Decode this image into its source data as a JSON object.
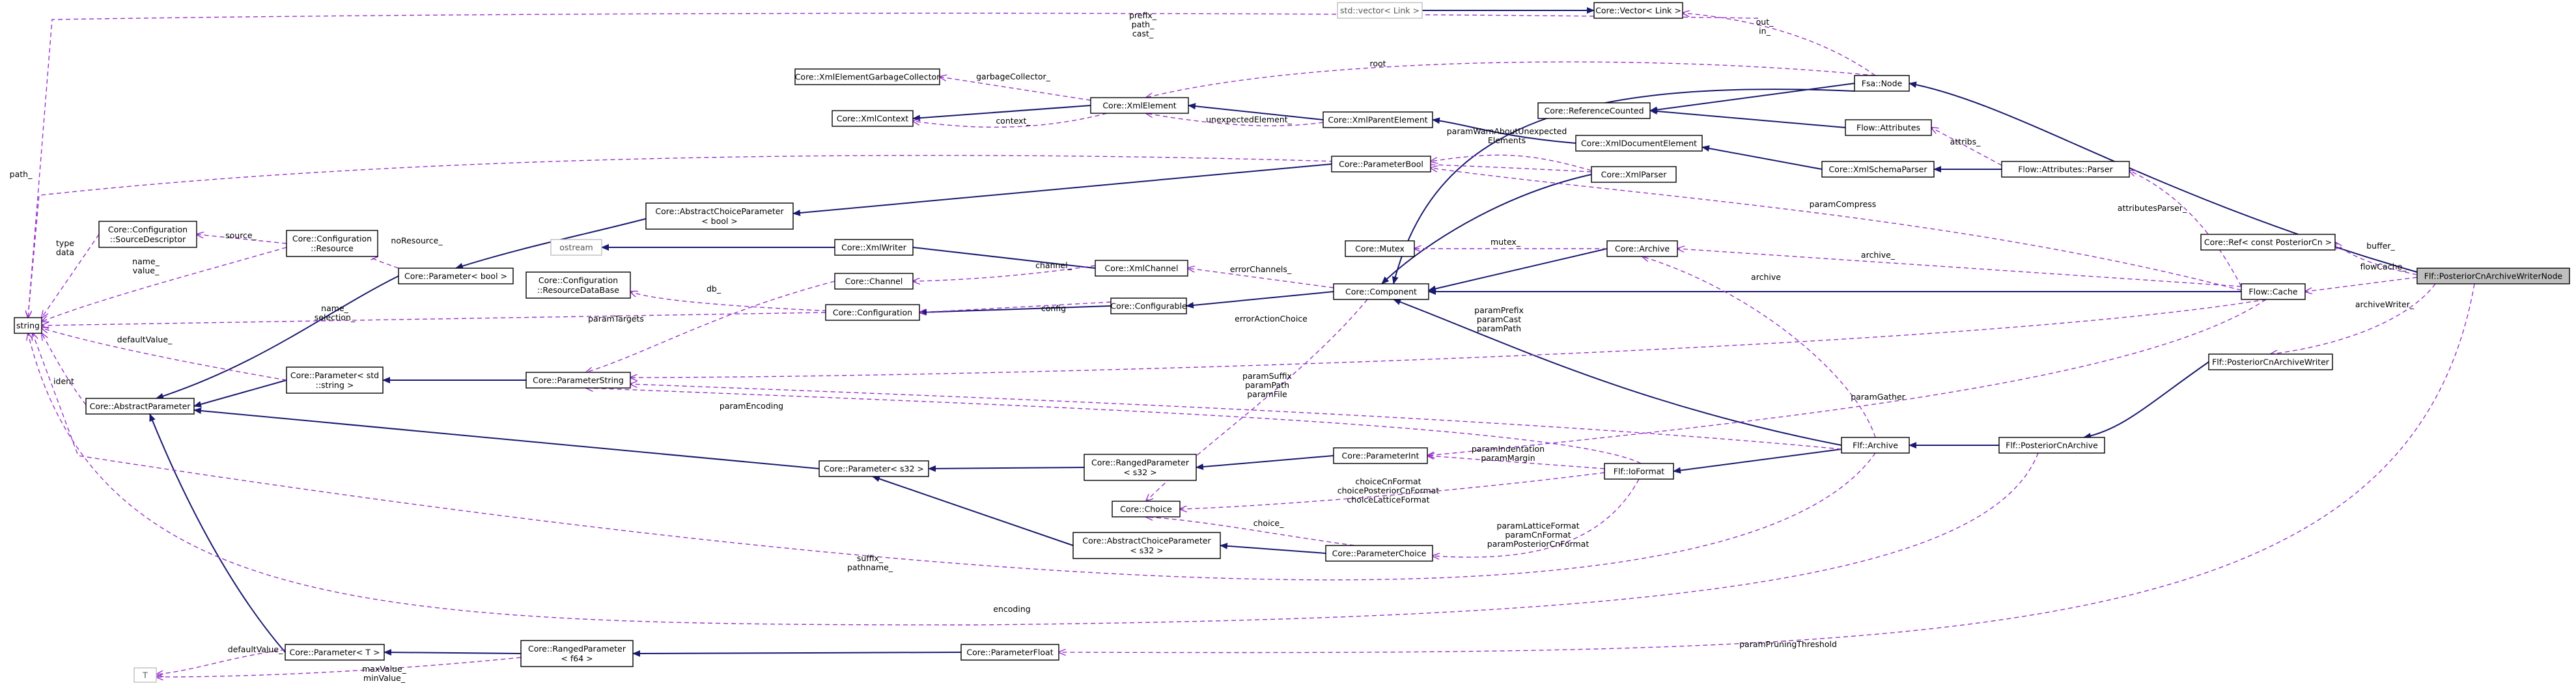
{
  "diagram": {
    "nodes": {
      "string": "string",
      "T": "T",
      "vector_link": "std::vector< Link >",
      "vector_t": "Core::Vector< Link >",
      "node": "Fsa::Node",
      "refcounted": "Core::ReferenceCounted",
      "xml_gc": "Core::XmlElementGarbageCollector",
      "xml_context": "Core::XmlContext",
      "xml_element": "Core::XmlElement",
      "xml_parent": "Core::XmlParentElement",
      "xml_doc": "Core::XmlDocumentElement",
      "attributes": "Flow::Attributes",
      "schema_parser": "Core::XmlSchemaParser",
      "attr_parser": "Flow::Attributes::Parser",
      "param_bool": "Core::ParameterBool",
      "xml_parser": "Core::XmlParser",
      "abstract_choice_bool": [
        "Core::AbstractChoiceParameter",
        "< bool >"
      ],
      "source_desc": [
        "Core::Configuration",
        "::SourceDescriptor"
      ],
      "conf_resource": [
        "Core::Configuration",
        "::Resource"
      ],
      "ostream": "ostream",
      "xml_writer": "Core::XmlWriter",
      "param_bool_t": "Core::Parameter< bool >",
      "resources_db": [
        "Core::Configuration",
        "::ResourceDataBase"
      ],
      "channel": "Core::Channel",
      "xml_channel": "Core::XmlChannel",
      "mutex": "Core::Mutex",
      "archive": "Core::Archive",
      "ref_cn": "Core::Ref< const PosteriorCn >",
      "configuration": "Core::Configuration",
      "configurable": "Core::Configurable",
      "component": "Core::Component",
      "flow_cache": "Flow::Cache",
      "focus": "Flf::PosteriorCnArchiveWriterNode",
      "param_string_t": [
        "Core::Parameter< std",
        "::string >"
      ],
      "abstract_param": "Core::AbstractParameter",
      "param_string": "Core::ParameterString",
      "cn_archive_writer": "Flf::PosteriorCnArchiveWriter",
      "param_s32": "Core::Parameter< s32 >",
      "ranged_s32": [
        "Core::RangedParameter",
        "< s32 >"
      ],
      "param_int": "Core::ParameterInt",
      "flf_archive": "Flf::Archive",
      "cn_archive": "Flf::PosteriorCnArchive",
      "io_format": "Flf::IoFormat",
      "choice": "Core::Choice",
      "abstract_choice_s32": [
        "Core::AbstractChoiceParameter",
        "< s32 >"
      ],
      "param_choice": "Core::ParameterChoice",
      "param_T": "Core::Parameter< T >",
      "ranged_f64": [
        "Core::RangedParameter",
        "< f64 >"
      ],
      "param_float": "Core::ParameterFloat"
    },
    "edge_labels": {
      "prefix_path_cast": [
        "prefix_",
        "path_",
        "cast_"
      ],
      "out_in": [
        "out_",
        "in_"
      ],
      "root": "root",
      "garbage_collector": "garbageCollector_",
      "context": "context_",
      "unexpected_element": "unexpectedElement_",
      "warn_unexpected": [
        "paramWarnAboutUnexpected",
        "Elements"
      ],
      "attribs": "attribs_",
      "path": "path_",
      "attributes_parser": "attributesParser_",
      "param_compress": "paramCompress",
      "source": "source_",
      "no_resource": "noResource_",
      "type_data": [
        "type",
        "data"
      ],
      "name_value": [
        "name_",
        "value_"
      ],
      "mutex": "mutex_",
      "archive_": "archive_",
      "buffer": "buffer_",
      "channel": "channel_",
      "error_channels": "errorChannels_",
      "flow_cache": "flowCache_",
      "db": "db_",
      "config": "config",
      "name_selection": [
        "name_",
        "selection_"
      ],
      "param_targets": "paramTargets",
      "archive": "archive",
      "archive_writer": "archiveWriter_",
      "default_value": "defaultValue_",
      "param_prefix": [
        "paramPrefix",
        "paramCast",
        "paramPath"
      ],
      "error_action": "errorActionChoice",
      "ident": "ident",
      "param_suffix": [
        "paramSuffix",
        "paramPath",
        "paramFile"
      ],
      "param_gather": "paramGather",
      "param_encoding": "paramEncoding",
      "param_indent": [
        "paramIndentation",
        "paramMargin"
      ],
      "choice_cn": [
        "choiceCnFormat",
        "choicePosteriorCnFormat",
        "choiceLatticeFormat"
      ],
      "choice_": "choice_",
      "lattice_format": [
        "paramLatticeFormat",
        "paramCnFormat",
        "paramPosteriorCnFormat"
      ],
      "suffix_pathname": [
        "suffix_",
        "pathname_"
      ],
      "encoding": "encoding",
      "pruning": "paramPruningThreshold",
      "default_value2": "defaultValue_",
      "max_min": [
        "maxValue_",
        "minValue_"
      ]
    },
    "colors": {
      "inheritance": "#191970",
      "usage": "#9a32cd",
      "focus_fill": "#bfbfbf",
      "external_border": "#bfbfbf"
    }
  }
}
